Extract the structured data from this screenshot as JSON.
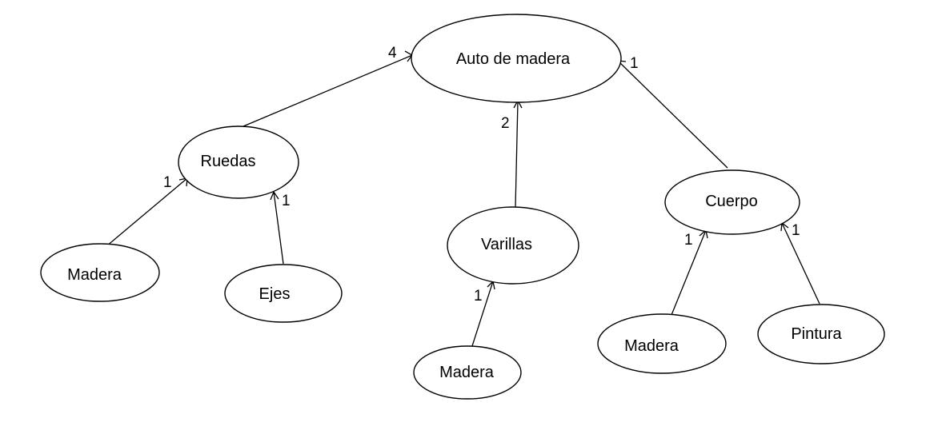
{
  "nodes": {
    "auto": {
      "label": "Auto de madera"
    },
    "ruedas": {
      "label": "Ruedas"
    },
    "varillas": {
      "label": "Varillas"
    },
    "cuerpo": {
      "label": "Cuerpo"
    },
    "ruedas_madera": {
      "label": "Madera"
    },
    "ejes": {
      "label": "Ejes"
    },
    "varillas_madera": {
      "label": "Madera"
    },
    "cuerpo_madera": {
      "label": "Madera"
    },
    "pintura": {
      "label": "Pintura"
    }
  },
  "edges": {
    "ruedas_to_auto": {
      "from": "Ruedas",
      "to": "Auto de madera",
      "quantity": "4"
    },
    "varillas_to_auto": {
      "from": "Varillas",
      "to": "Auto de madera",
      "quantity": "2"
    },
    "cuerpo_to_auto": {
      "from": "Cuerpo",
      "to": "Auto de madera",
      "quantity": "1"
    },
    "madera_to_ruedas": {
      "from": "Madera",
      "to": "Ruedas",
      "quantity": "1"
    },
    "ejes_to_ruedas": {
      "from": "Ejes",
      "to": "Ruedas",
      "quantity": "1"
    },
    "madera_to_varillas": {
      "from": "Madera",
      "to": "Varillas",
      "quantity": "1"
    },
    "madera_to_cuerpo": {
      "from": "Madera",
      "to": "Cuerpo",
      "quantity": "1"
    },
    "pintura_to_cuerpo": {
      "from": "Pintura",
      "to": "Cuerpo",
      "quantity": "1"
    }
  }
}
